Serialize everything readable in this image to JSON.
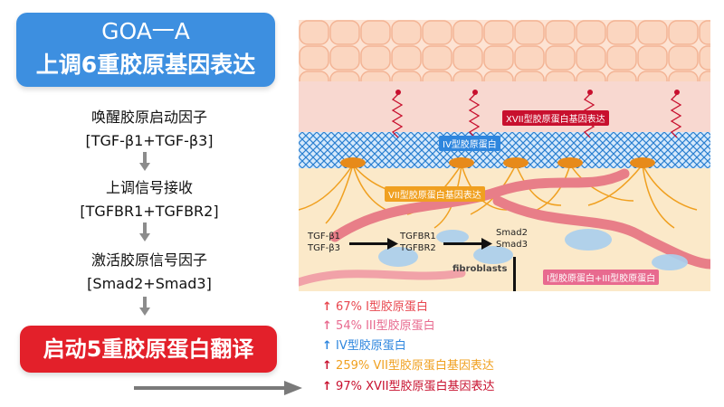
{
  "header": {
    "title": "GOA一A",
    "subtitle": "上调6重胶原基因表达"
  },
  "steps": [
    {
      "line1": "唤醒胶原启动因子",
      "line2": "[TGF-β1+TGF-β3]"
    },
    {
      "line1": "上调信号接收",
      "line2": "[TGFBR1+TGFBR2]"
    },
    {
      "line1": "激活胶原信号因子",
      "line2": "[Smad2+Smad3]"
    }
  ],
  "bottom_label": "启动5重胶原蛋白翻译",
  "diagram": {
    "xvii_tag": "XVII型胶原蛋白基因表达",
    "iv_tag": "IV型胶原蛋白",
    "vii_tag": "VII型胶原蛋白基因表达",
    "i_iii_tag": "I型胶原蛋白+III型胶原蛋白",
    "tgf_b1": "TGF-β1",
    "tgf_b3": "TGF-β3",
    "tgfbr1": "TGFBR1",
    "tgfbr2": "TGFBR2",
    "smad2": "Smad2",
    "smad3": "Smad3",
    "fibroblasts": "fibroblasts"
  },
  "results": [
    {
      "arrow": "↑",
      "value": "67%",
      "label": "I型胶原蛋白",
      "color": "#e8474f"
    },
    {
      "arrow": "↑",
      "value": "54%",
      "label": "III型胶原蛋白",
      "color": "#e86a8f"
    },
    {
      "arrow": "↑",
      "value": "",
      "label": "IV型胶原蛋白",
      "color": "#2e86de"
    },
    {
      "arrow": "↑",
      "value": "259%",
      "label": "VII型胶原蛋白基因表达",
      "color": "#f0a020"
    },
    {
      "arrow": "↑",
      "value": "97%",
      "label": "XVII型胶原蛋白基因表达",
      "color": "#c8102e"
    }
  ],
  "colors": {
    "header_blue": "#3d8fe0",
    "bottom_red": "#e3202a",
    "xvii_red": "#c8102e",
    "iv_blue": "#2e86de",
    "vii_orange": "#f0a020",
    "i_iii_pink": "#e86a8f"
  }
}
